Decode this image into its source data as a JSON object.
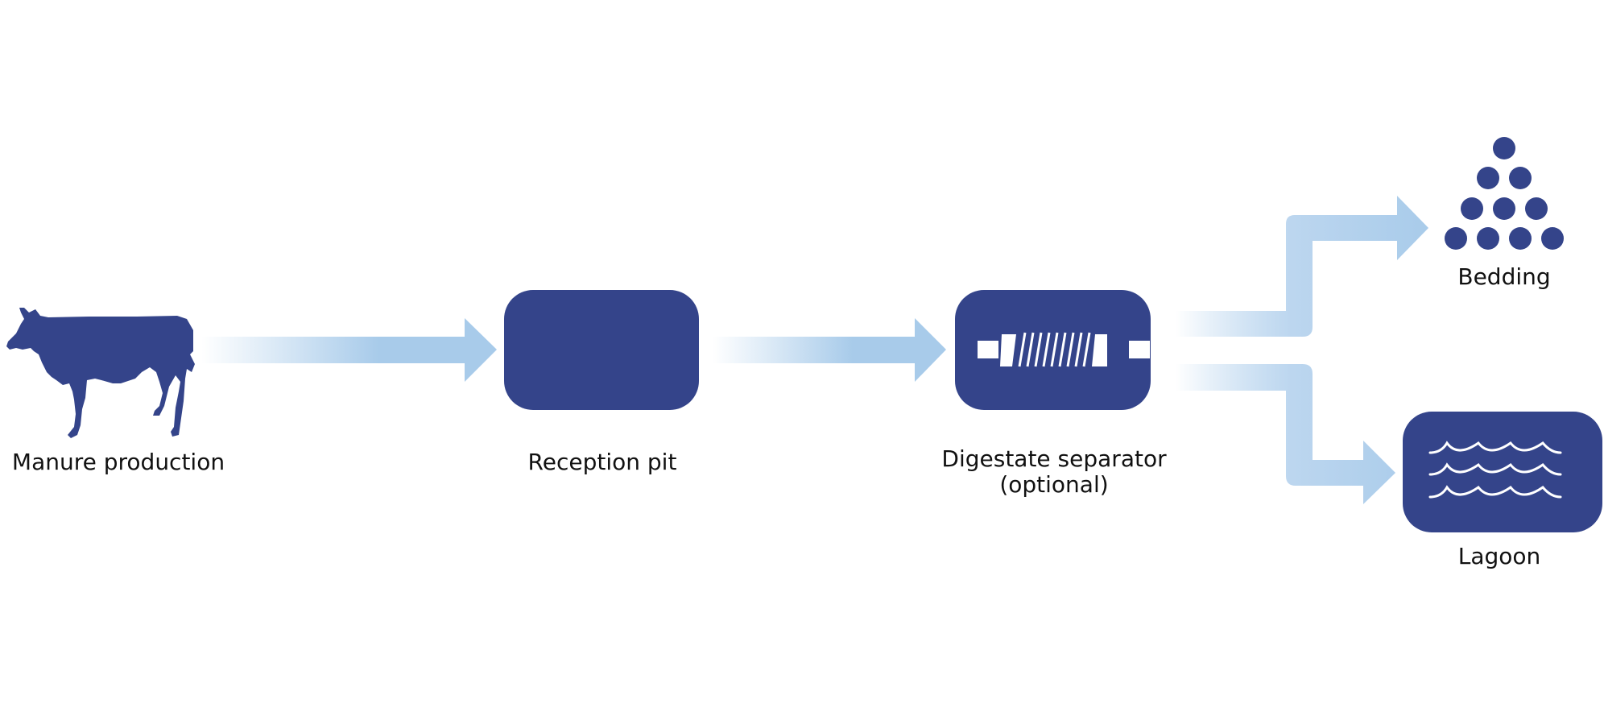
{
  "colors": {
    "node": "#34448a",
    "arrow": "#a8cbea",
    "icon": "#ffffff"
  },
  "steps": [
    {
      "label": "Manure production",
      "icon": "cow-icon"
    },
    {
      "label": "Reception pit",
      "icon": "none"
    },
    {
      "label": "Digestate separator",
      "sublabel": "(optional)",
      "icon": "screw-separator-icon"
    }
  ],
  "outputs": [
    {
      "label": "Bedding",
      "icon": "solids-pile-icon"
    },
    {
      "label": "Lagoon",
      "icon": "water-waves-icon"
    }
  ]
}
